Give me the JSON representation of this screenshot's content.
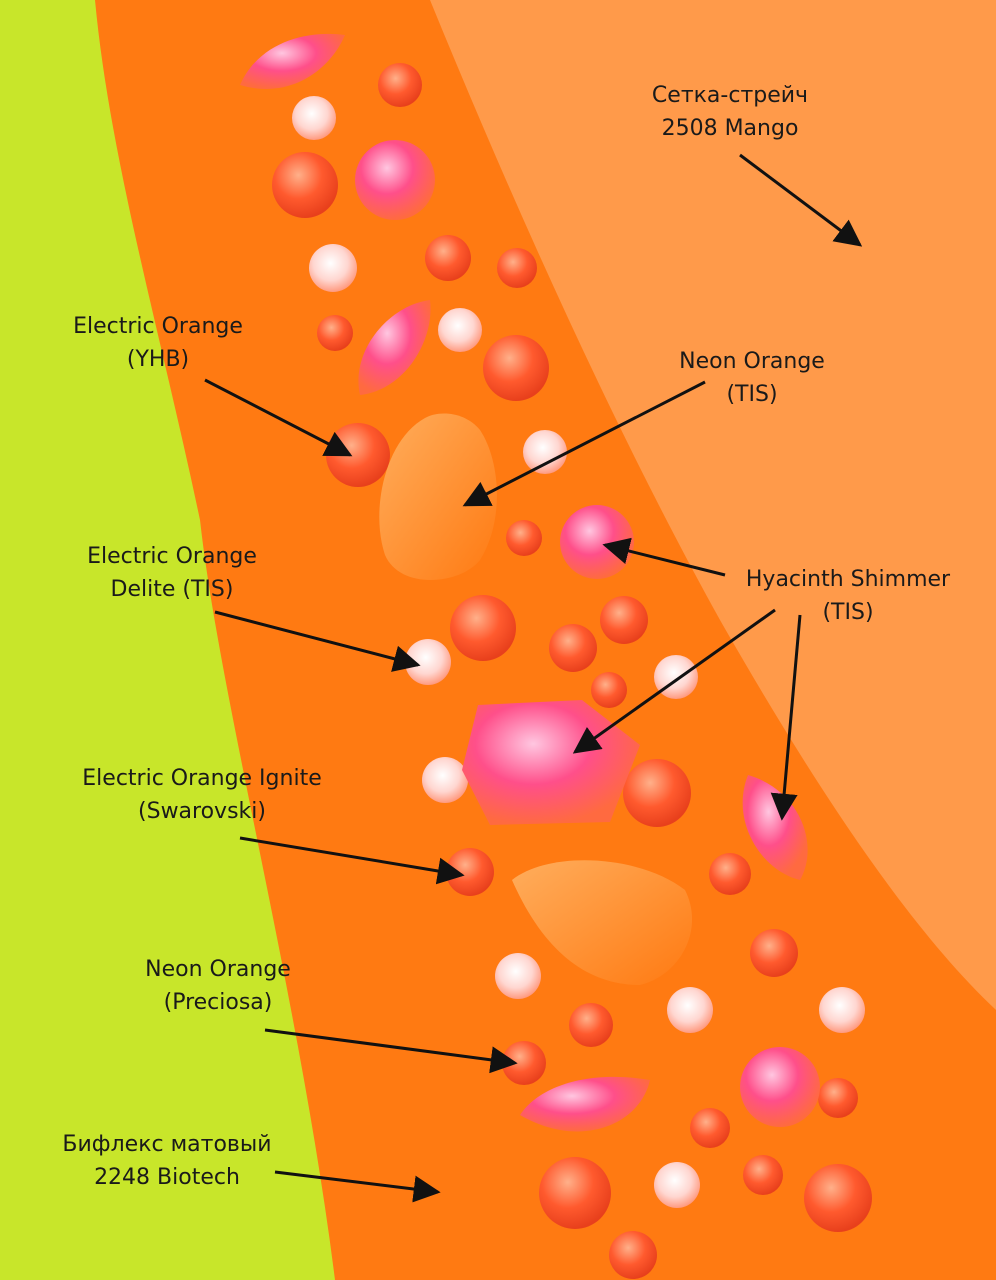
{
  "annotations": [
    {
      "id": "setka",
      "lines": [
        "Сетка-стрейч",
        "2508 Mango"
      ]
    },
    {
      "id": "electric-orange-yhb",
      "lines": [
        "Electric Orange",
        "(YHB)"
      ]
    },
    {
      "id": "neon-orange-tis",
      "lines": [
        "Neon Orange",
        "(TIS)"
      ]
    },
    {
      "id": "electric-orange-delite",
      "lines": [
        "Electric Orange",
        "Delite (TIS)"
      ]
    },
    {
      "id": "hyacinth-shimmer",
      "lines": [
        "Hyacinth Shimmer",
        "(TIS)"
      ]
    },
    {
      "id": "electric-orange-ignite",
      "lines": [
        "Electric Orange Ignite",
        "(Swarovski)"
      ]
    },
    {
      "id": "neon-orange-preciosa",
      "lines": [
        "Neon Orange",
        "(Preciosa)"
      ]
    },
    {
      "id": "bifleks",
      "lines": [
        "Бифлекс матовый",
        "2248 Biotech"
      ]
    }
  ],
  "colors": {
    "fabric_lime": "#c8e62a",
    "fabric_orange": "#ff7a12",
    "mesh_mango": "#ff9a4a",
    "stone_neon": "#ff5a2e",
    "stone_pink": "#ff4f8a",
    "stone_clear": "#ffd6d0",
    "text": "#1a1a1a"
  }
}
